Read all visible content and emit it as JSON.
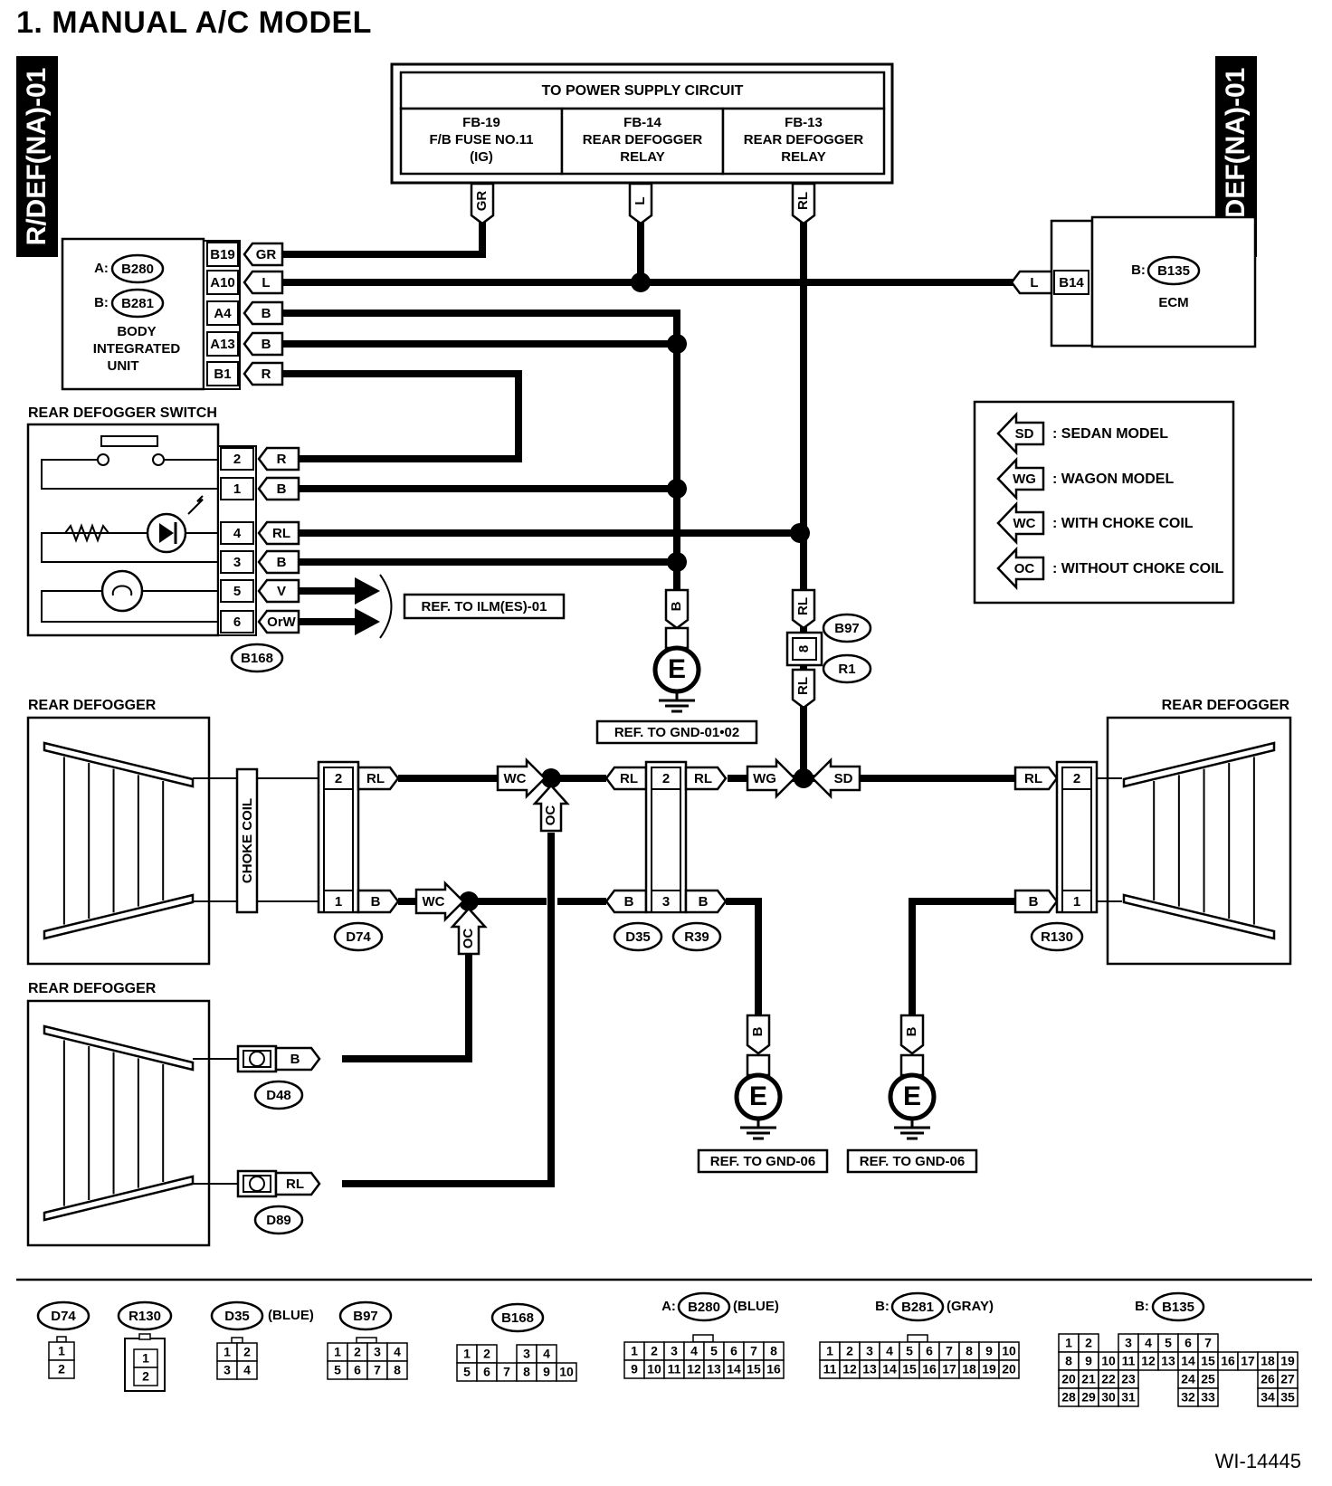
{
  "title": "1.  MANUAL A/C MODEL",
  "side_tag": "R/DEF(NA)-01",
  "doc_id": "WI-14445",
  "power": {
    "header": "TO POWER SUPPLY CIRCUIT",
    "cells": [
      [
        "FB-19",
        "F/B FUSE NO.11",
        "(IG)"
      ],
      [
        "FB-14",
        "REAR DEFOGGER",
        "RELAY"
      ],
      [
        "FB-13",
        "REAR DEFOGGER",
        "RELAY"
      ]
    ]
  },
  "biu": {
    "name_lines": [
      "BODY",
      "INTEGRATED",
      "UNIT"
    ],
    "conn_a_prefix": "A:",
    "conn_a": "B280",
    "conn_b_prefix": "B:",
    "conn_b": "B281",
    "pins": [
      {
        "pin": "B19",
        "wire": "GR"
      },
      {
        "pin": "A10",
        "wire": "L"
      },
      {
        "pin": "A4",
        "wire": "B"
      },
      {
        "pin": "A13",
        "wire": "B"
      },
      {
        "pin": "B1",
        "wire": "R"
      }
    ]
  },
  "ecm": {
    "name": "ECM",
    "prefix": "B:",
    "conn": "B135",
    "pin": "B14",
    "wire": "L"
  },
  "switch": {
    "label": "REAR DEFOGGER SWITCH",
    "conn": "B168",
    "pins": [
      {
        "pin": "2",
        "wire": "R"
      },
      {
        "pin": "1",
        "wire": "B"
      },
      {
        "pin": "4",
        "wire": "RL"
      },
      {
        "pin": "3",
        "wire": "B"
      },
      {
        "pin": "5",
        "wire": "V"
      },
      {
        "pin": "6",
        "wire": "OrW"
      }
    ],
    "ref": "REF. TO ILM(ES)-01"
  },
  "legend": [
    {
      "code": "SD",
      "text": ": SEDAN MODEL"
    },
    {
      "code": "WG",
      "text": ": WAGON MODEL"
    },
    {
      "code": "WC",
      "text": ": WITH CHOKE COIL"
    },
    {
      "code": "OC",
      "text": ": WITHOUT CHOKE COIL"
    }
  ],
  "wire_labels": {
    "gr": "GR",
    "l": "L",
    "rl": "RL",
    "b": "B",
    "r": "R"
  },
  "ground_letter": "E",
  "b97": "B97",
  "r1": "R1",
  "pin8": "8",
  "ref_gnd1": "REF. TO GND-01•02",
  "ref_gnd06": "REF. TO GND-06",
  "defogger": "REAR DEFOGGER",
  "choke_coil": "CHOKE COIL",
  "conns": {
    "d74": "D74",
    "d35": "D35",
    "r39": "R39",
    "r130": "R130",
    "d48": "D48",
    "d89": "D89"
  },
  "pins": {
    "p1": "1",
    "p2": "2",
    "p3": "3"
  },
  "bottom": {
    "d74": "D74",
    "r130": "R130",
    "d35": "D35",
    "d35_color": "(BLUE)",
    "b97": "B97",
    "b168": "B168",
    "b280_prefix": "A:",
    "b280": "B280",
    "b280_color": "(BLUE)",
    "b281_prefix": "B:",
    "b281": "B281",
    "b281_color": "(GRAY)",
    "b135_prefix": "B:",
    "b135": "B135",
    "two_pin_rows": [
      [
        "1"
      ],
      [
        "2"
      ]
    ],
    "d35_rows": [
      [
        "1",
        "2"
      ],
      [
        "3",
        "4"
      ]
    ],
    "b97_rows": [
      [
        "1",
        "2",
        "3",
        "4"
      ],
      [
        "5",
        "6",
        "7",
        "8"
      ]
    ],
    "b168_rows": [
      [
        "1",
        "2",
        "",
        "3",
        "4"
      ],
      [
        "5",
        "6",
        "7",
        "8",
        "9",
        "10"
      ]
    ],
    "b280_rows": [
      [
        "1",
        "2",
        "3",
        "4",
        "5",
        "6",
        "7",
        "8"
      ],
      [
        "9",
        "10",
        "11",
        "12",
        "13",
        "14",
        "15",
        "16"
      ]
    ],
    "b281_rows": [
      [
        "1",
        "2",
        "3",
        "4",
        "5",
        "6",
        "7",
        "8",
        "9",
        "10"
      ],
      [
        "11",
        "12",
        "13",
        "14",
        "15",
        "16",
        "17",
        "18",
        "19",
        "20"
      ]
    ],
    "b135_rows": [
      [
        "1",
        "2",
        "",
        "3",
        "4",
        "5",
        "6",
        "7"
      ],
      [
        "8",
        "9",
        "10",
        "11",
        "12",
        "13",
        "14",
        "15",
        "16",
        "17",
        "18",
        "19"
      ],
      [
        "20",
        "21",
        "22",
        "23",
        "",
        "",
        "24",
        "25",
        "",
        "",
        "26",
        "27"
      ],
      [
        "28",
        "29",
        "30",
        "31",
        "",
        "",
        "32",
        "33",
        "",
        "",
        "34",
        "35"
      ]
    ]
  }
}
